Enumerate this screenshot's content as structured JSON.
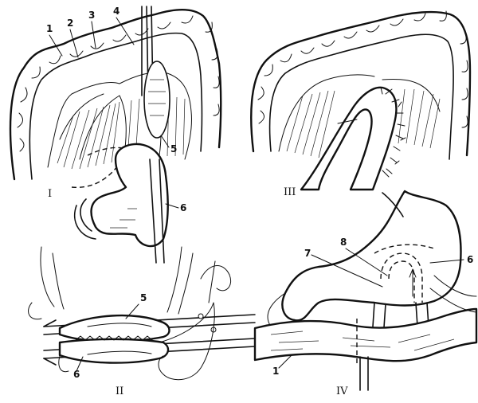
{
  "panels": {
    "I": {
      "label": "I",
      "callouts": [
        "1",
        "2",
        "3",
        "4",
        "5",
        "6"
      ]
    },
    "II": {
      "label": "II",
      "callouts": [
        "5",
        "6"
      ]
    },
    "III": {
      "label": "III"
    },
    "IV": {
      "label": "IV",
      "callouts": [
        "7",
        "8",
        "6",
        "1"
      ]
    }
  }
}
